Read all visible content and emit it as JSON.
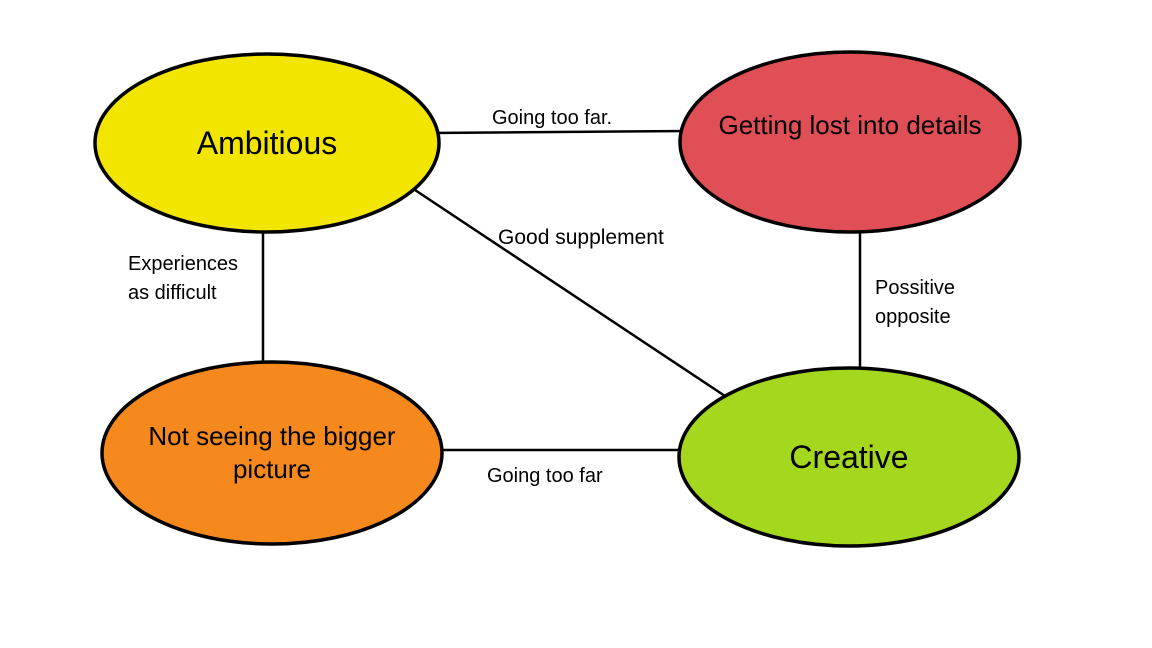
{
  "diagram": {
    "type": "concept-map",
    "background": "#ffffff",
    "stroke_color": "#000000"
  },
  "nodes": {
    "ambitious": {
      "label": "Ambitious",
      "color": "#f2e600"
    },
    "details": {
      "label": "Getting lost into details",
      "color": "#e04f55"
    },
    "bigger_picture": {
      "label": "Not seeing the bigger picture",
      "color": "#f6891e"
    },
    "creative": {
      "label": "Creative",
      "color": "#a5d71f"
    }
  },
  "edges": {
    "top": {
      "from": "ambitious",
      "to": "details",
      "label": "Going too far."
    },
    "left": {
      "from": "ambitious",
      "to": "bigger_picture",
      "label": "Experiences as difficult"
    },
    "diagonal": {
      "from": "ambitious",
      "to": "creative",
      "label": "Good supplement"
    },
    "right": {
      "from": "details",
      "to": "creative",
      "label": "Possitive opposite"
    },
    "bottom": {
      "from": "bigger_picture",
      "to": "creative",
      "label": "Going too far"
    }
  }
}
